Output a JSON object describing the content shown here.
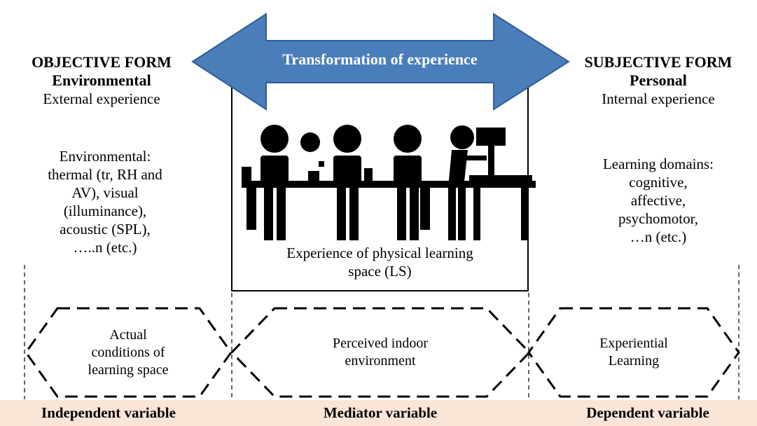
{
  "arrow": {
    "label": "Transformation of experience",
    "color": "#4a7ebb",
    "stroke": "#2f5f96"
  },
  "left": {
    "heading1": "OBJECTIVE FORM",
    "heading2": "Environmental",
    "subheading": "External experience",
    "details": [
      "Environmental:",
      "thermal (tr, RH and",
      "AV), visual",
      "(illuminance),",
      "acoustic (SPL),",
      "…..n (etc.)"
    ],
    "hexagon": [
      "Actual",
      "conditions of",
      "learning space"
    ],
    "variable": "Independent variable"
  },
  "center": {
    "caption": [
      "Experience of physical learning",
      "space (LS)"
    ],
    "hexagon": [
      "Perceived indoor",
      "environment"
    ],
    "variable": "Mediator variable"
  },
  "right": {
    "heading1": "SUBJECTIVE FORM",
    "heading2": "Personal",
    "subheading": "Internal experience",
    "details": [
      "Learning domains:",
      "cognitive,",
      "affective,",
      "psychomotor,",
      "…n (etc.)"
    ],
    "hexagon": [
      "Experiential",
      "Learning"
    ],
    "variable": "Dependent variable"
  },
  "colors": {
    "variable_bar": "#fbe5d6"
  }
}
